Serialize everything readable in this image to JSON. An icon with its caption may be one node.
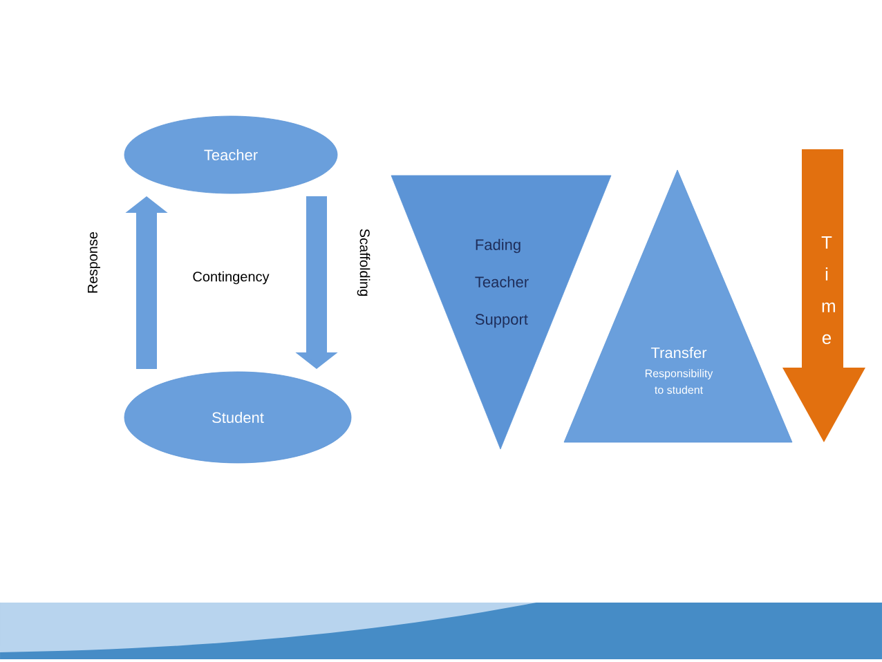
{
  "diagram": {
    "nodes": [
      {
        "text": [
          "Teacher"
        ]
      },
      {
        "text": [
          "Student"
        ]
      },
      {
        "text": [
          "Fading",
          "Teacher",
          "Support"
        ]
      },
      {
        "text": [
          "Transfer",
          "Responsibility to student"
        ]
      },
      {
        "text": [
          "T i m e"
        ]
      }
    ],
    "edges": [
      {
        "from": 1,
        "to": 0,
        "arrow": "to",
        "label": "Response"
      },
      {
        "from": 0,
        "to": 1,
        "arrow": "to",
        "label": "Scaffolding"
      }
    ],
    "labels": [
      "Contingency"
    ]
  }
}
